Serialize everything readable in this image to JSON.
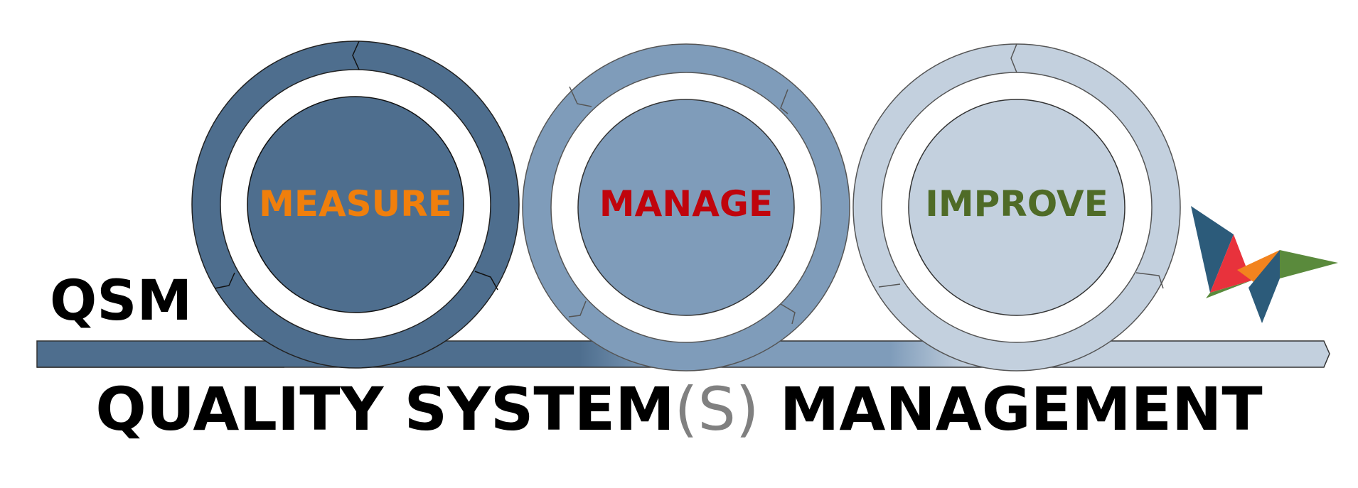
{
  "abbreviation": "QSM",
  "title": {
    "before": "QUALITY SYSTEM",
    "paren_open": "(",
    "paren_letter": "S",
    "paren_close": ")",
    "after": " MANAGEMENT"
  },
  "stages": [
    {
      "label": "MEASURE",
      "label_color": "#f07f0c",
      "ring_color": "#4e6e8e",
      "inner_color": "#4e6e8e"
    },
    {
      "label": "MANAGE",
      "label_color": "#c0040c",
      "ring_color": "#7f9cba",
      "inner_color": "#7f9cba"
    },
    {
      "label": "IMPROVE",
      "label_color": "#4f6b27",
      "ring_color": "#c3d0de",
      "inner_color": "#c3d0de"
    }
  ],
  "colors": {
    "title_text": "#000000",
    "paren_text": "#808080",
    "outline": "#222222"
  },
  "logo": {
    "icon": "qsm-logo-icon",
    "colors": [
      "#2c5b7a",
      "#5a8a3c",
      "#e8323c",
      "#f2831e"
    ]
  }
}
